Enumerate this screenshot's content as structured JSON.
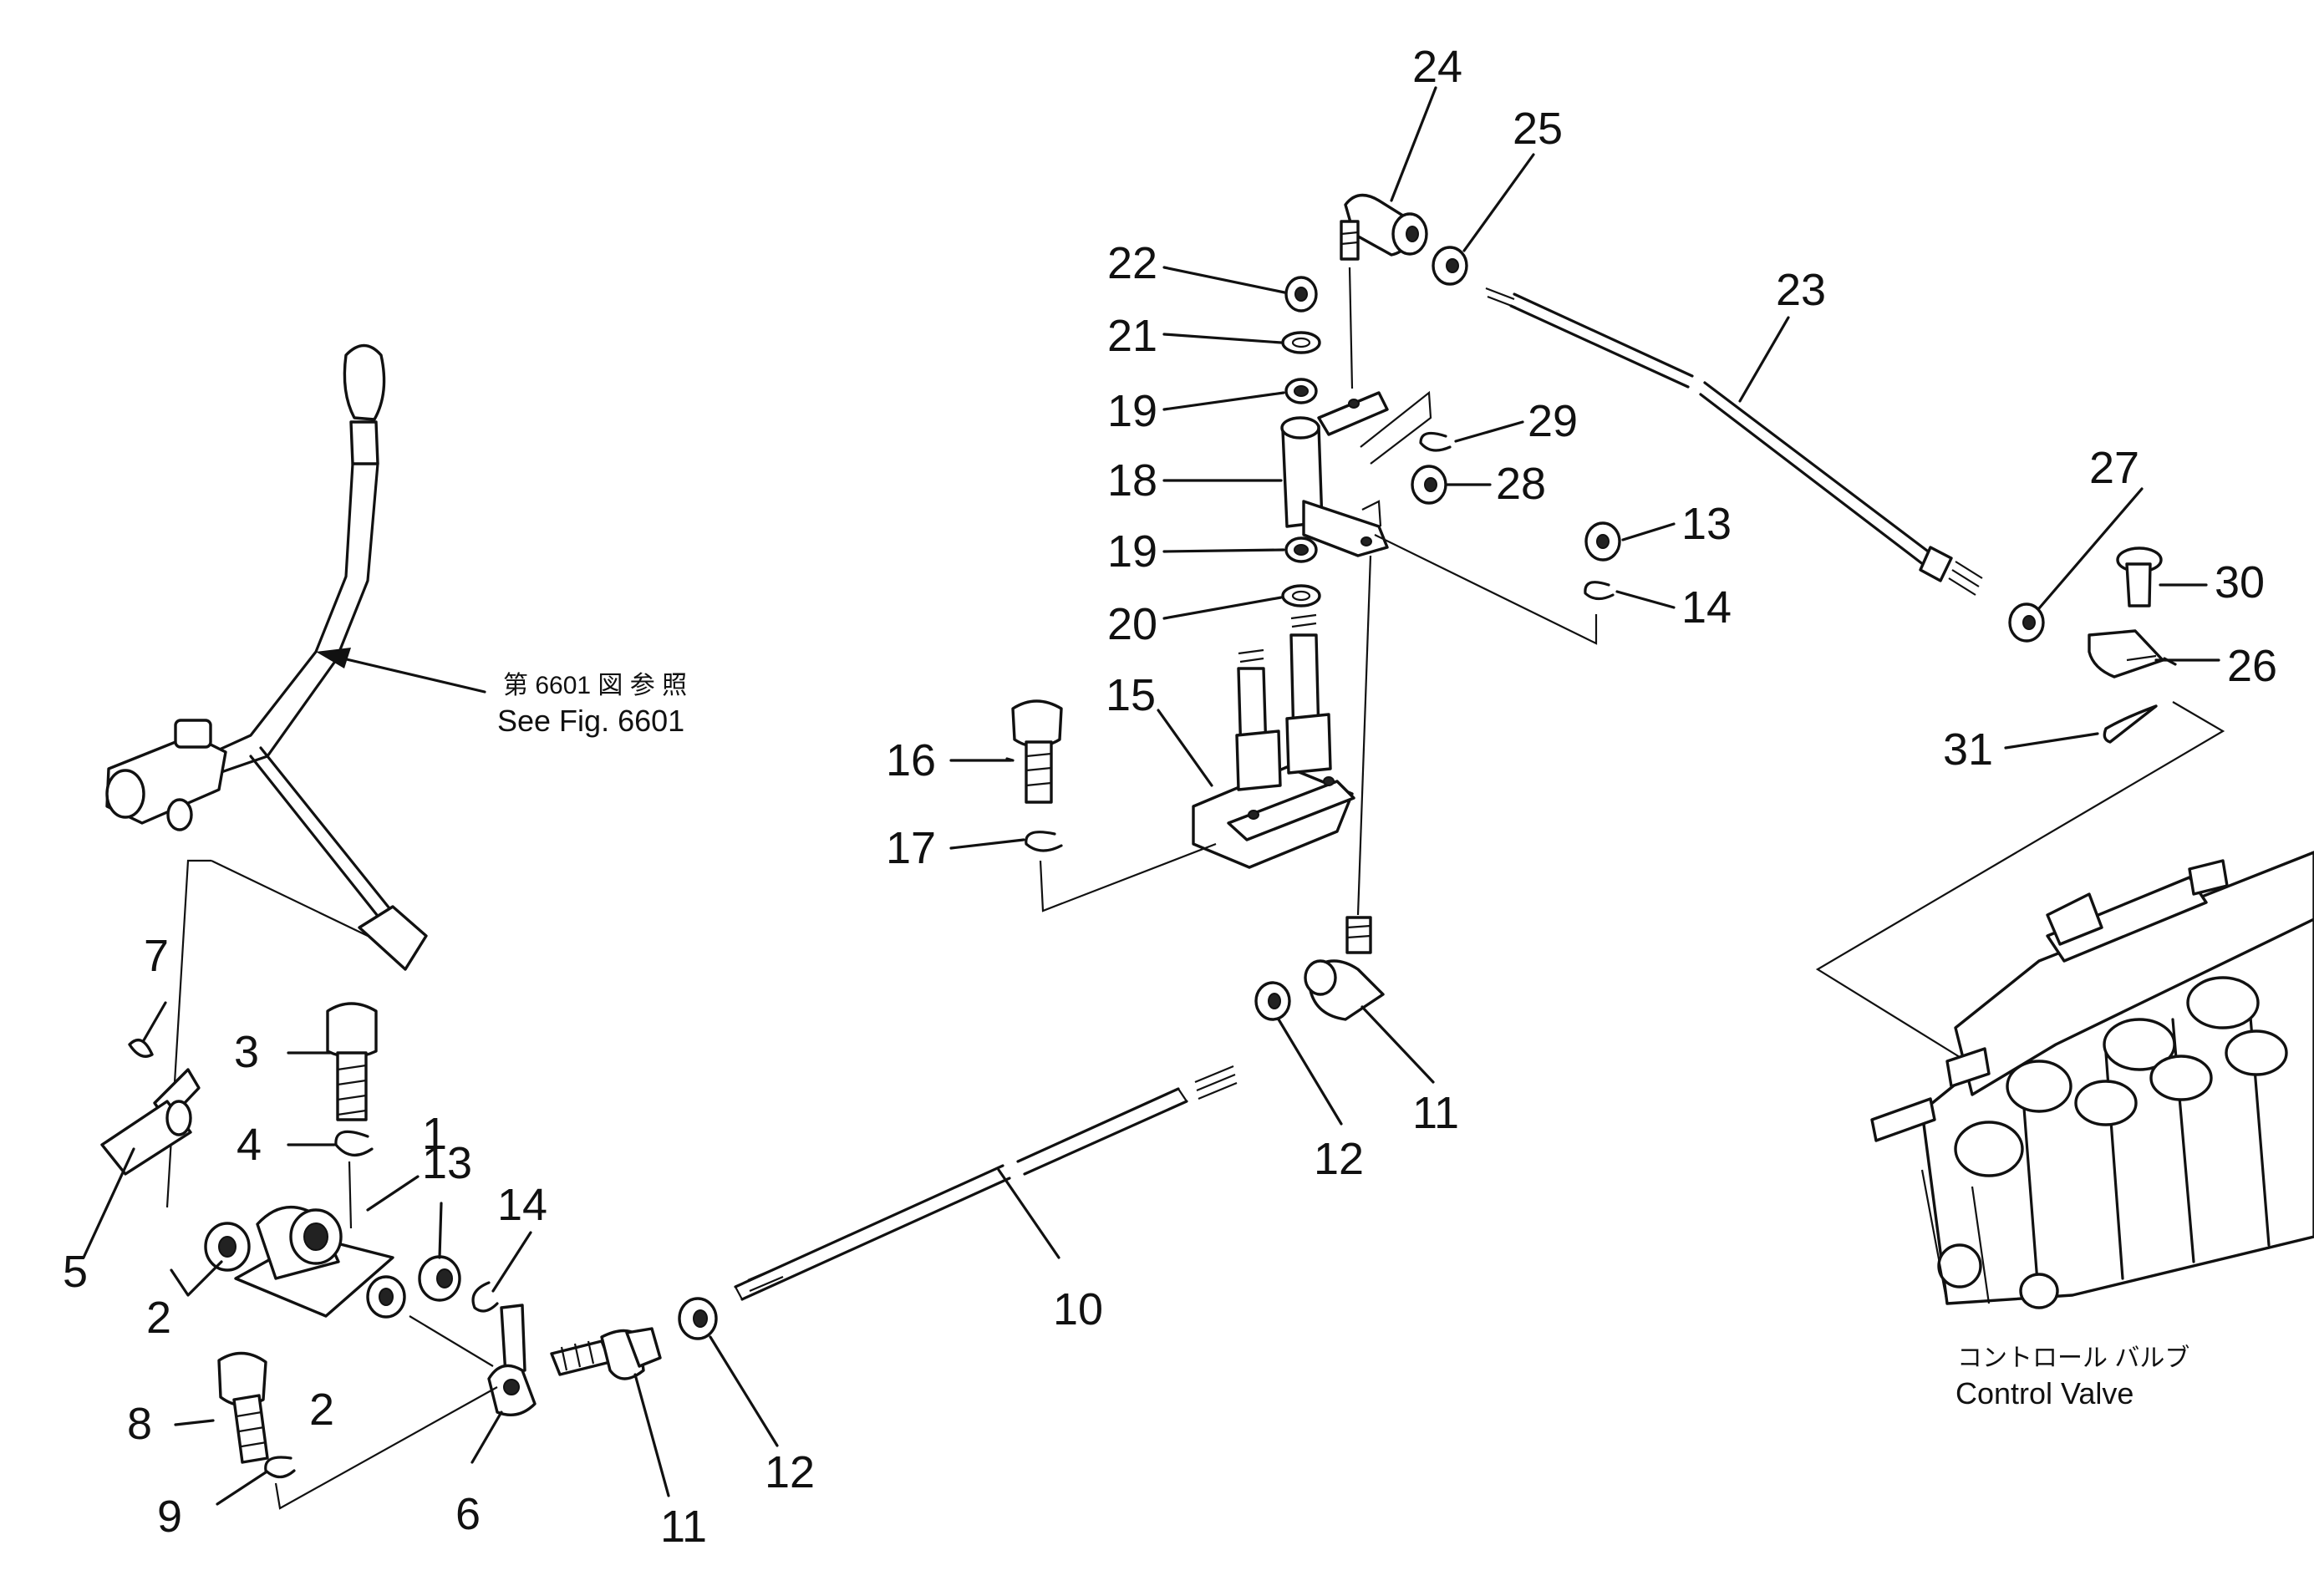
{
  "callouts": {
    "c1": "1",
    "c2a": "2",
    "c2b": "2",
    "c3": "3",
    "c4": "4",
    "c5": "5",
    "c6": "6",
    "c7": "7",
    "c8": "8",
    "c9": "9",
    "c10": "10",
    "c11a": "11",
    "c11b": "11",
    "c12a": "12",
    "c12b": "12",
    "c13a": "13",
    "c13b": "13",
    "c14a": "14",
    "c14b": "14",
    "c15": "15",
    "c16": "16",
    "c17": "17",
    "c18": "18",
    "c19a": "19",
    "c19b": "19",
    "c20": "20",
    "c21": "21",
    "c22": "22",
    "c23": "23",
    "c24": "24",
    "c25": "25",
    "c26": "26",
    "c27": "27",
    "c28": "28",
    "c29": "29",
    "c30": "30",
    "c31": "31"
  },
  "reference_note": {
    "japanese": "第 6601 図 参 照",
    "english": "See Fig. 6601"
  },
  "control_valve_label": {
    "japanese": "コントロール バルブ",
    "english": "Control Valve"
  }
}
